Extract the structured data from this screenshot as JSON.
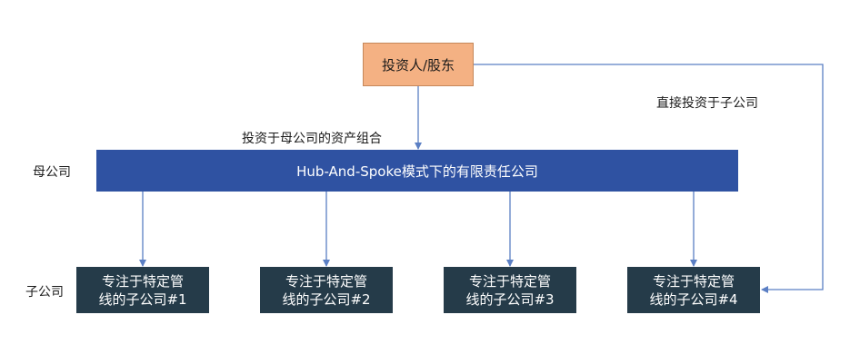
{
  "investor": "投资人/股东",
  "parent_box": "Hub-And-Spoke模式下的有限责任公司",
  "labels": {
    "parent": "母公司",
    "subsidiary": "子公司",
    "invest_parent": "投资于母公司的资产组合",
    "direct": "直接投资于子公司"
  },
  "subsidiaries": [
    {
      "line1": "专注于特定管",
      "line2": "线的子公司#1"
    },
    {
      "line1": "专注于特定管",
      "line2": "线的子公司#2"
    },
    {
      "line1": "专注于特定管",
      "line2": "线的子公司#3"
    },
    {
      "line1": "专注于特定管",
      "line2": "线的子公司#4"
    }
  ],
  "colors": {
    "investor_fill": "#f4b183",
    "parent_fill": "#2f52a2",
    "subsidiary_fill": "#253b49",
    "arrow": "#5b7fc4"
  }
}
